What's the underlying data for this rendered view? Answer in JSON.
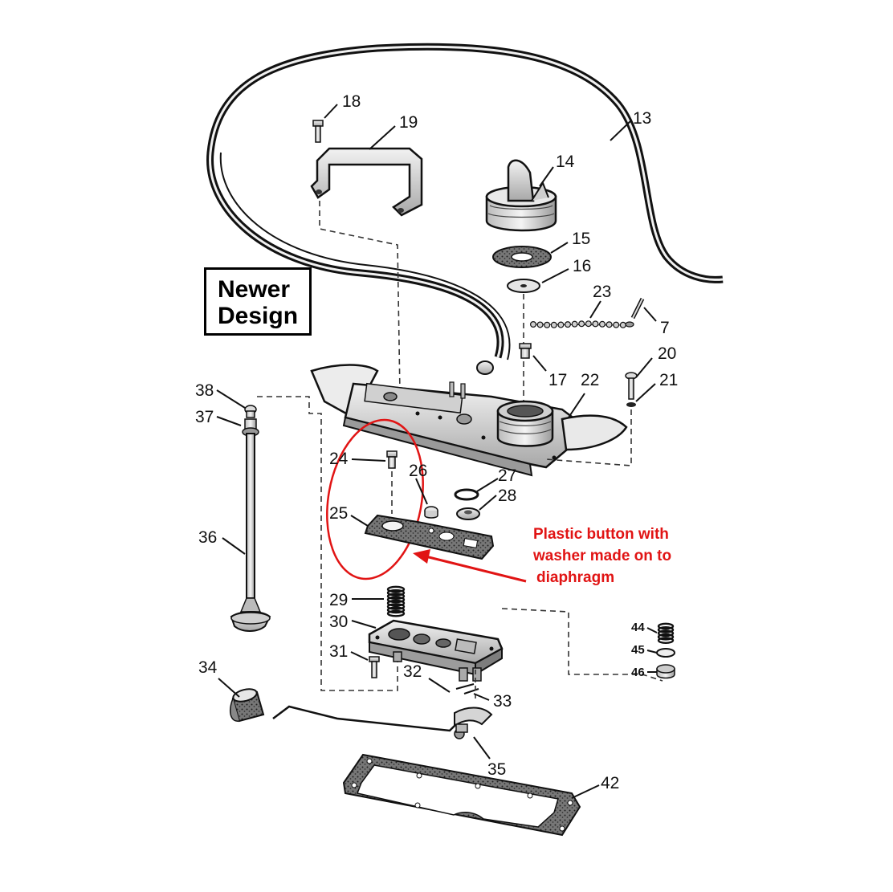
{
  "callouts": {
    "p7": "7",
    "p13": "13",
    "p14": "14",
    "p15": "15",
    "p16": "16",
    "p17": "17",
    "p18": "18",
    "p19": "19",
    "p20": "20",
    "p21": "21",
    "p22": "22",
    "p23": "23",
    "p24": "24",
    "p25": "25",
    "p26": "26",
    "p27": "27",
    "p28": "28",
    "p29": "29",
    "p30": "30",
    "p31": "31",
    "p32": "32",
    "p33": "33",
    "p34": "34",
    "p35": "35",
    "p36": "36",
    "p37": "37",
    "p38": "38",
    "p42": "42",
    "p44": "44",
    "p45": "45",
    "p46": "46"
  },
  "design_box": {
    "line1": "Newer",
    "line2": "Design"
  },
  "annotation": {
    "line1": "Plastic button with",
    "line2": "washer made on to",
    "line3": "diaphragm",
    "color": "#e11414"
  },
  "colors": {
    "ink": "#111111",
    "highlight": "#e11414",
    "metal": "#d9d9d9"
  }
}
